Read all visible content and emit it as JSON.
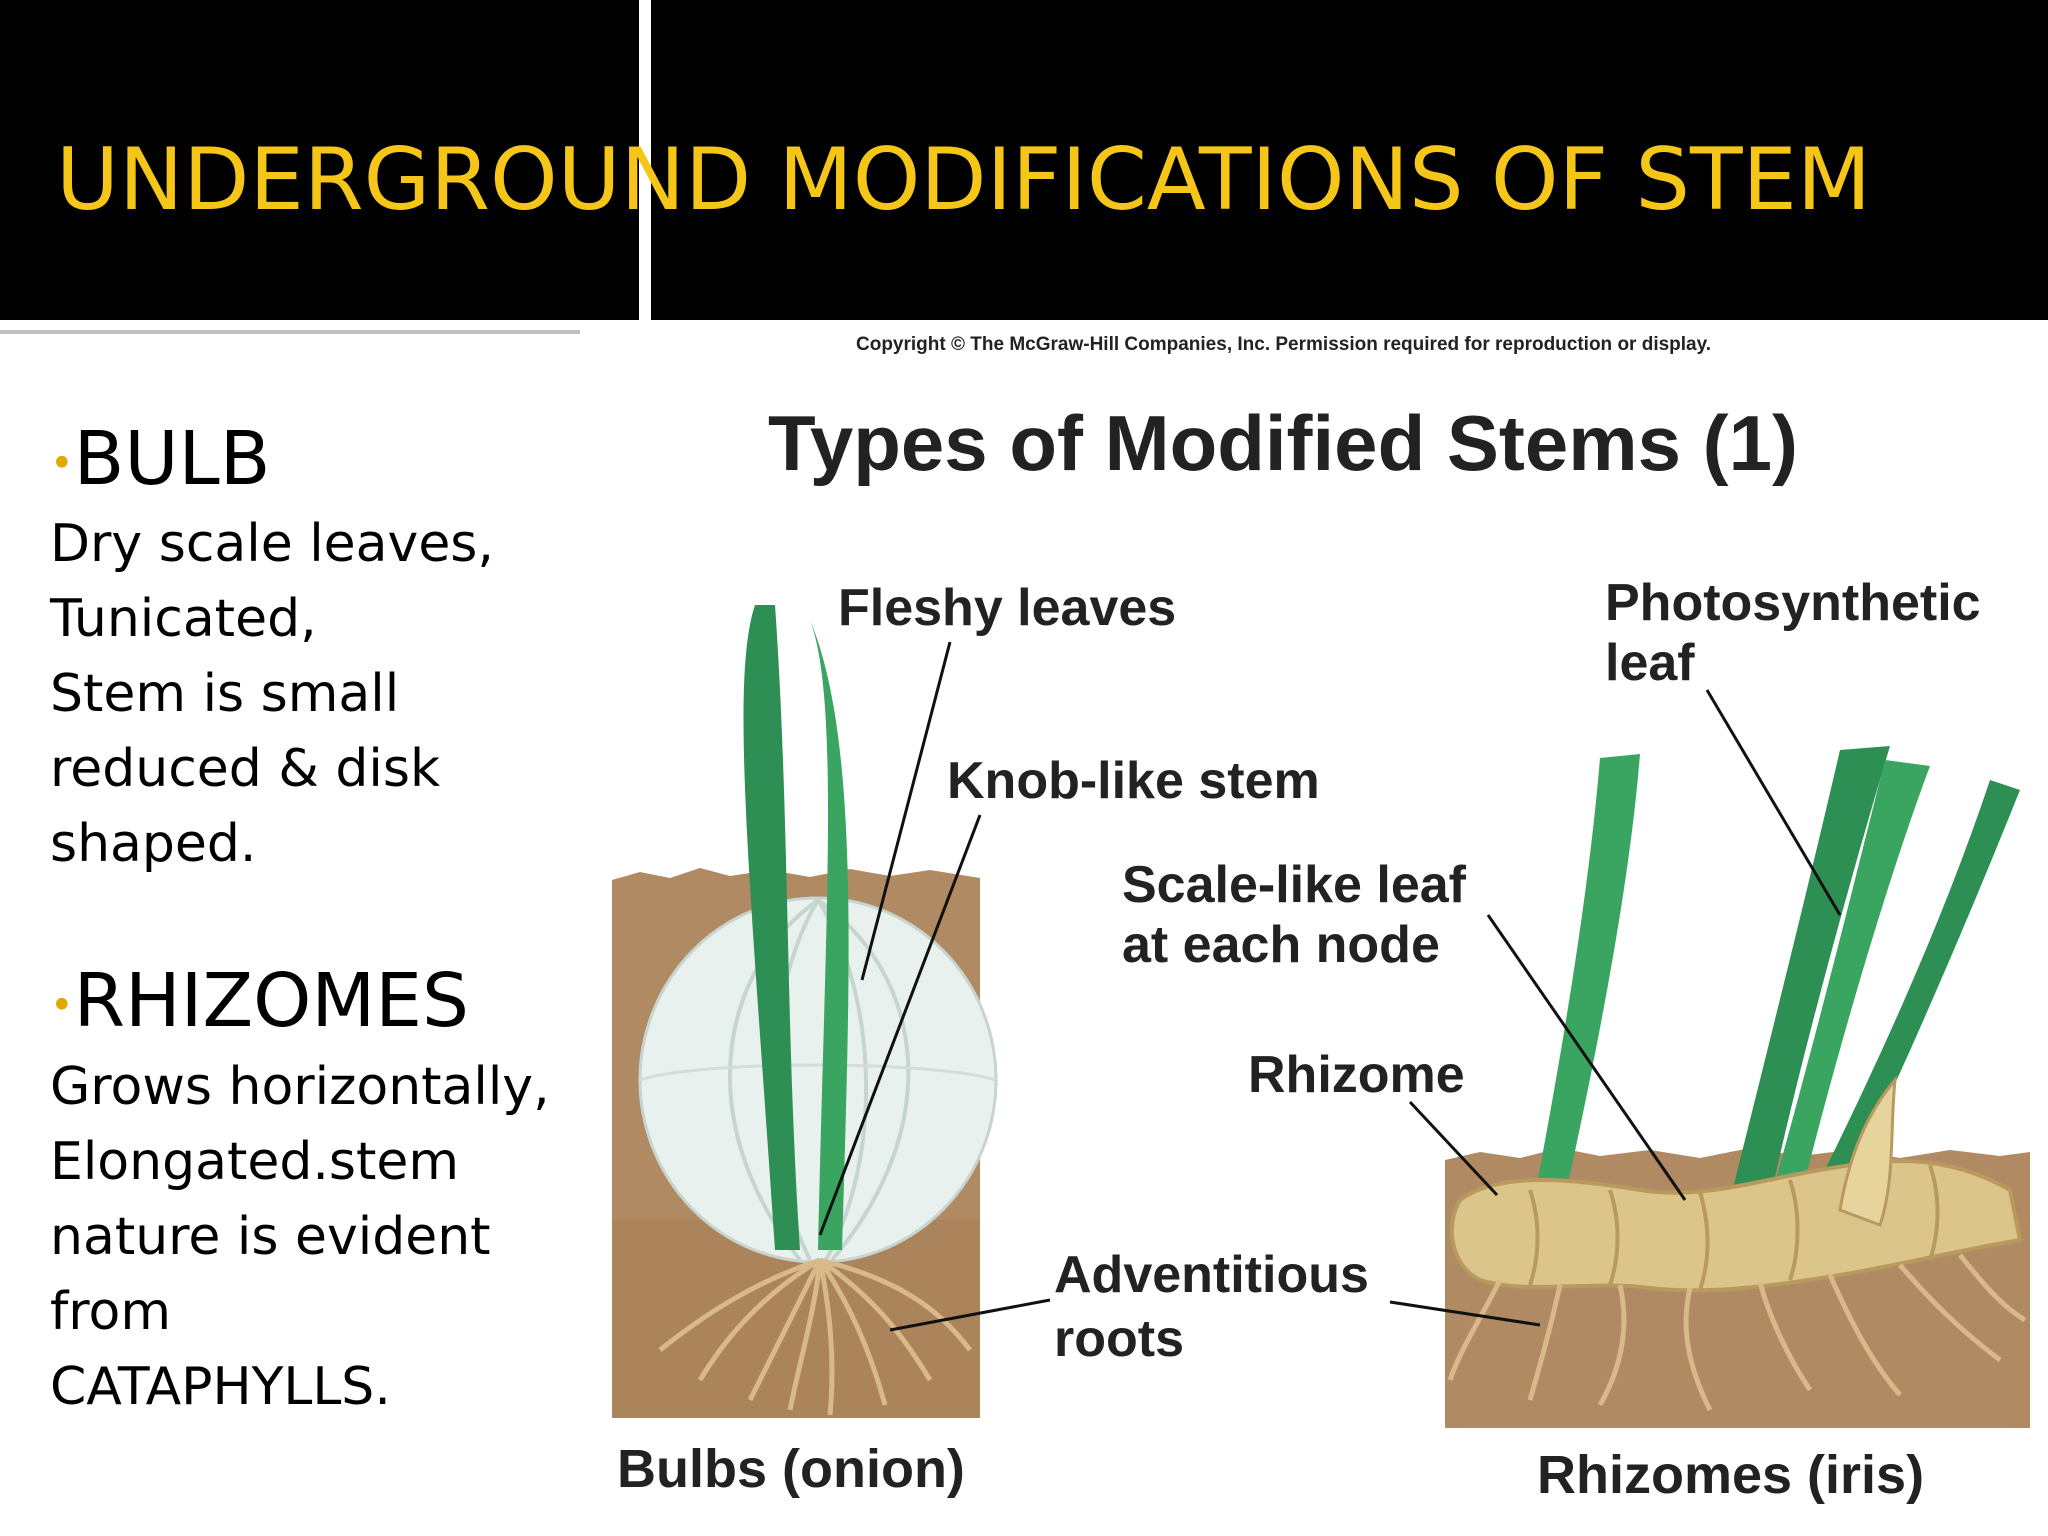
{
  "slide": {
    "title": "UNDERGROUND MODIFICATIONS OF STEM"
  },
  "left_panel": {
    "sections": [
      {
        "bullet": "•",
        "heading": "BULB",
        "lines": [
          "Dry scale leaves,",
          "Tunicated,",
          "Stem is small",
          "reduced & disk",
          "shaped."
        ]
      },
      {
        "bullet": "•",
        "heading": "RHIZOMES",
        "lines": [
          "Grows horizontally,",
          "Elongated.stem",
          "nature is evident",
          "from",
          "CATAPHYLLS."
        ]
      }
    ]
  },
  "figure": {
    "copyright": "Copyright © The McGraw-Hill Companies, Inc. Permission required for reproduction or display.",
    "title": "Types of Modified Stems (1)",
    "labels": {
      "fleshy_leaves": "Fleshy leaves",
      "knob_like_stem": "Knob-like stem",
      "photosynthetic_1": "Photosynthetic",
      "photosynthetic_2": "leaf",
      "scale_like_1": "Scale-like leaf",
      "scale_like_2": "at each node",
      "rhizome": "Rhizome",
      "adventitious_1": "Adventitious",
      "adventitious_2": "roots",
      "caption_bulb": "Bulbs (onion)",
      "caption_rhizome": "Rhizomes (iris)"
    }
  },
  "colors": {
    "header_bg": "#000000",
    "title": "#f5c518",
    "bullet": "#e0a800",
    "soil": "#b08a62",
    "leaf": "#2e9a4f",
    "rhizome": "#dcc58a"
  }
}
